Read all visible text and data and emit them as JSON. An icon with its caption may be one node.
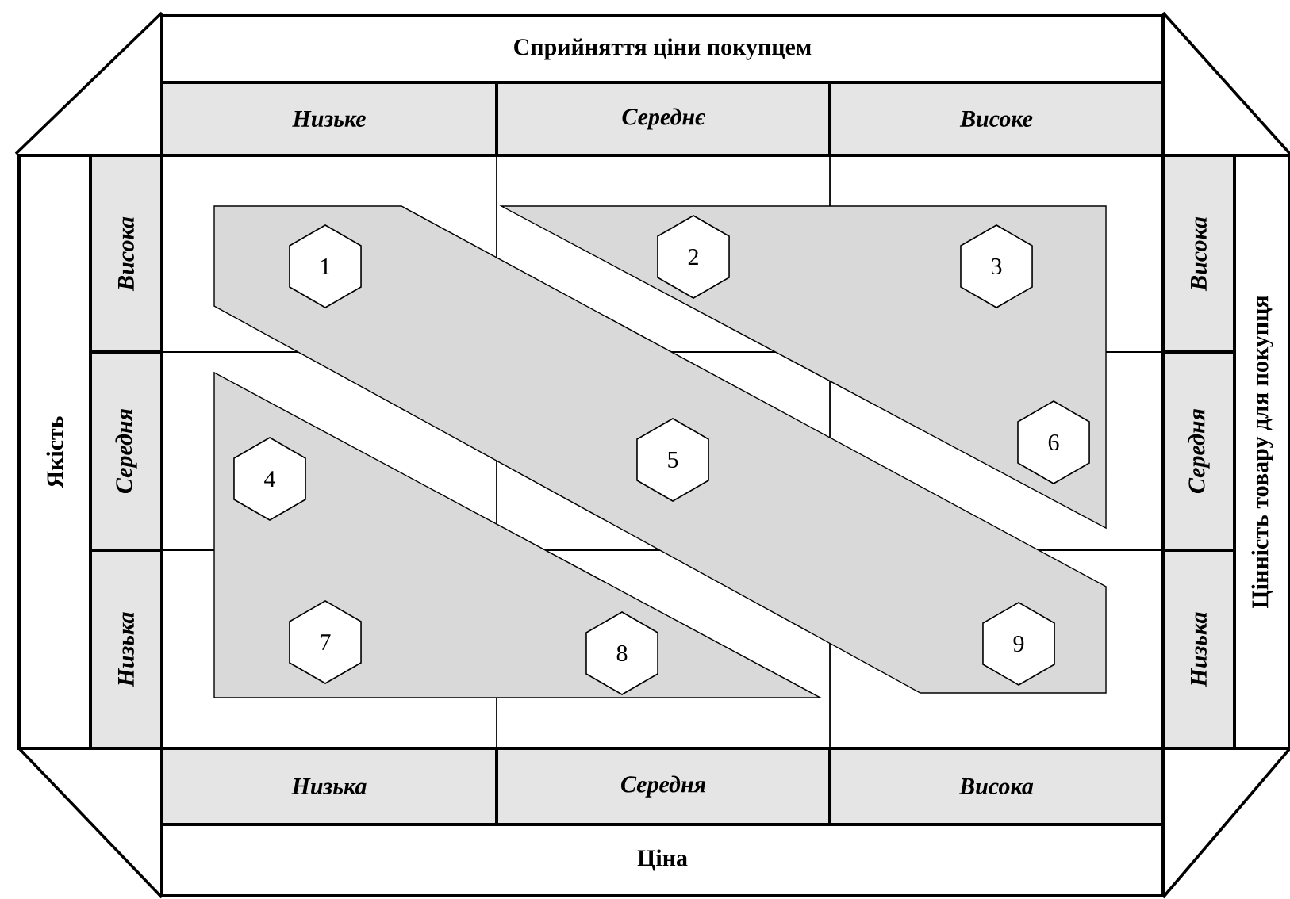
{
  "diagram": {
    "nodes": [
      {
        "text": [
          "Сприйняття ціни покупцем"
        ]
      },
      {
        "text": [
          "Низьке"
        ]
      },
      {
        "text": [
          "Середнє"
        ]
      },
      {
        "text": [
          "Високе"
        ]
      },
      {
        "text": [
          "Якість"
        ]
      },
      {
        "text": [
          "Висока"
        ]
      },
      {
        "text": [
          "Середня"
        ]
      },
      {
        "text": [
          "Низька"
        ]
      },
      {
        "text": [
          "1"
        ]
      },
      {
        "text": [
          "2"
        ]
      },
      {
        "text": [
          "3"
        ]
      },
      {
        "text": [
          "4"
        ]
      },
      {
        "text": [
          "5"
        ]
      },
      {
        "text": [
          "6"
        ]
      },
      {
        "text": [
          "7"
        ]
      },
      {
        "text": [
          "8"
        ]
      },
      {
        "text": [
          "9"
        ]
      },
      {
        "text": [
          "Висока"
        ]
      },
      {
        "text": [
          "Середня"
        ]
      },
      {
        "text": [
          "Низька"
        ]
      },
      {
        "text": [
          "Цінність товару для покупця"
        ]
      },
      {
        "text": [
          "Низька"
        ]
      },
      {
        "text": [
          "Середня"
        ]
      },
      {
        "text": [
          "Висока"
        ]
      },
      {
        "text": [
          "Ціна"
        ]
      }
    ]
  }
}
